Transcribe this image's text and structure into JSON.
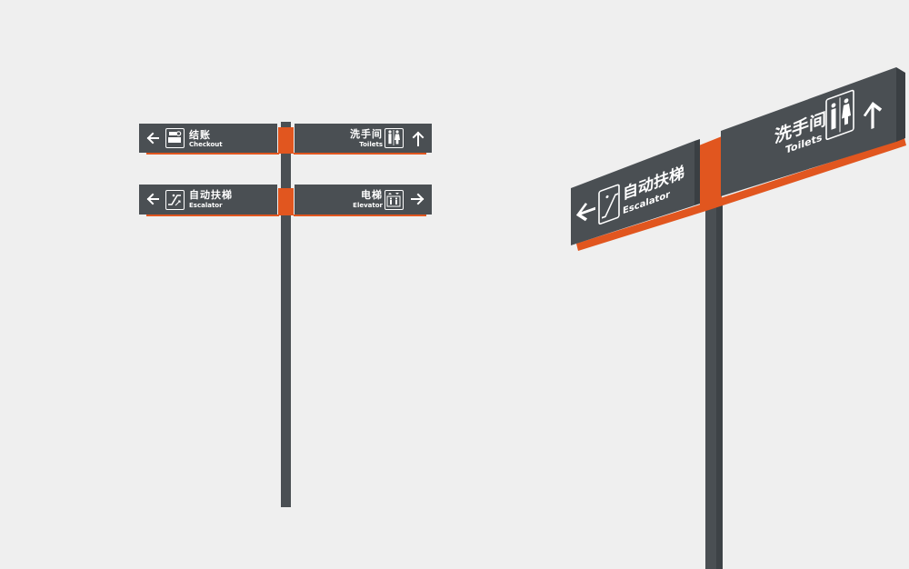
{
  "colors": {
    "background": "#efefef",
    "panel": "#4a4f53",
    "pole": "#4a4f53",
    "accent": "#e1561f",
    "text": "#ffffff"
  },
  "front_sign": {
    "top_row": {
      "left": {
        "zh": "结账",
        "en": "Checkout",
        "arrow": "arrow-left",
        "icon": "checkout-cash-register-icon"
      },
      "right": {
        "zh": "洗手间",
        "en": "Toilets",
        "arrow": "arrow-up",
        "icon": "toilet-man-woman-icon"
      }
    },
    "bottom_row": {
      "left": {
        "zh": "自动扶梯",
        "en": "Escalator",
        "arrow": "arrow-left",
        "icon": "escalator-icon"
      },
      "right": {
        "zh": "电梯",
        "en": "Elevator",
        "arrow": "arrow-right",
        "icon": "elevator-icon"
      }
    }
  },
  "perspective_sign": {
    "left_panel": {
      "zh": "自动扶梯",
      "en": "Escalator",
      "arrow": "arrow-left",
      "icon": "escalator-icon"
    },
    "right_panel": {
      "zh": "洗手间",
      "en": "Toilets",
      "arrow": "arrow-up",
      "icon": "toilet-man-woman-icon"
    }
  }
}
